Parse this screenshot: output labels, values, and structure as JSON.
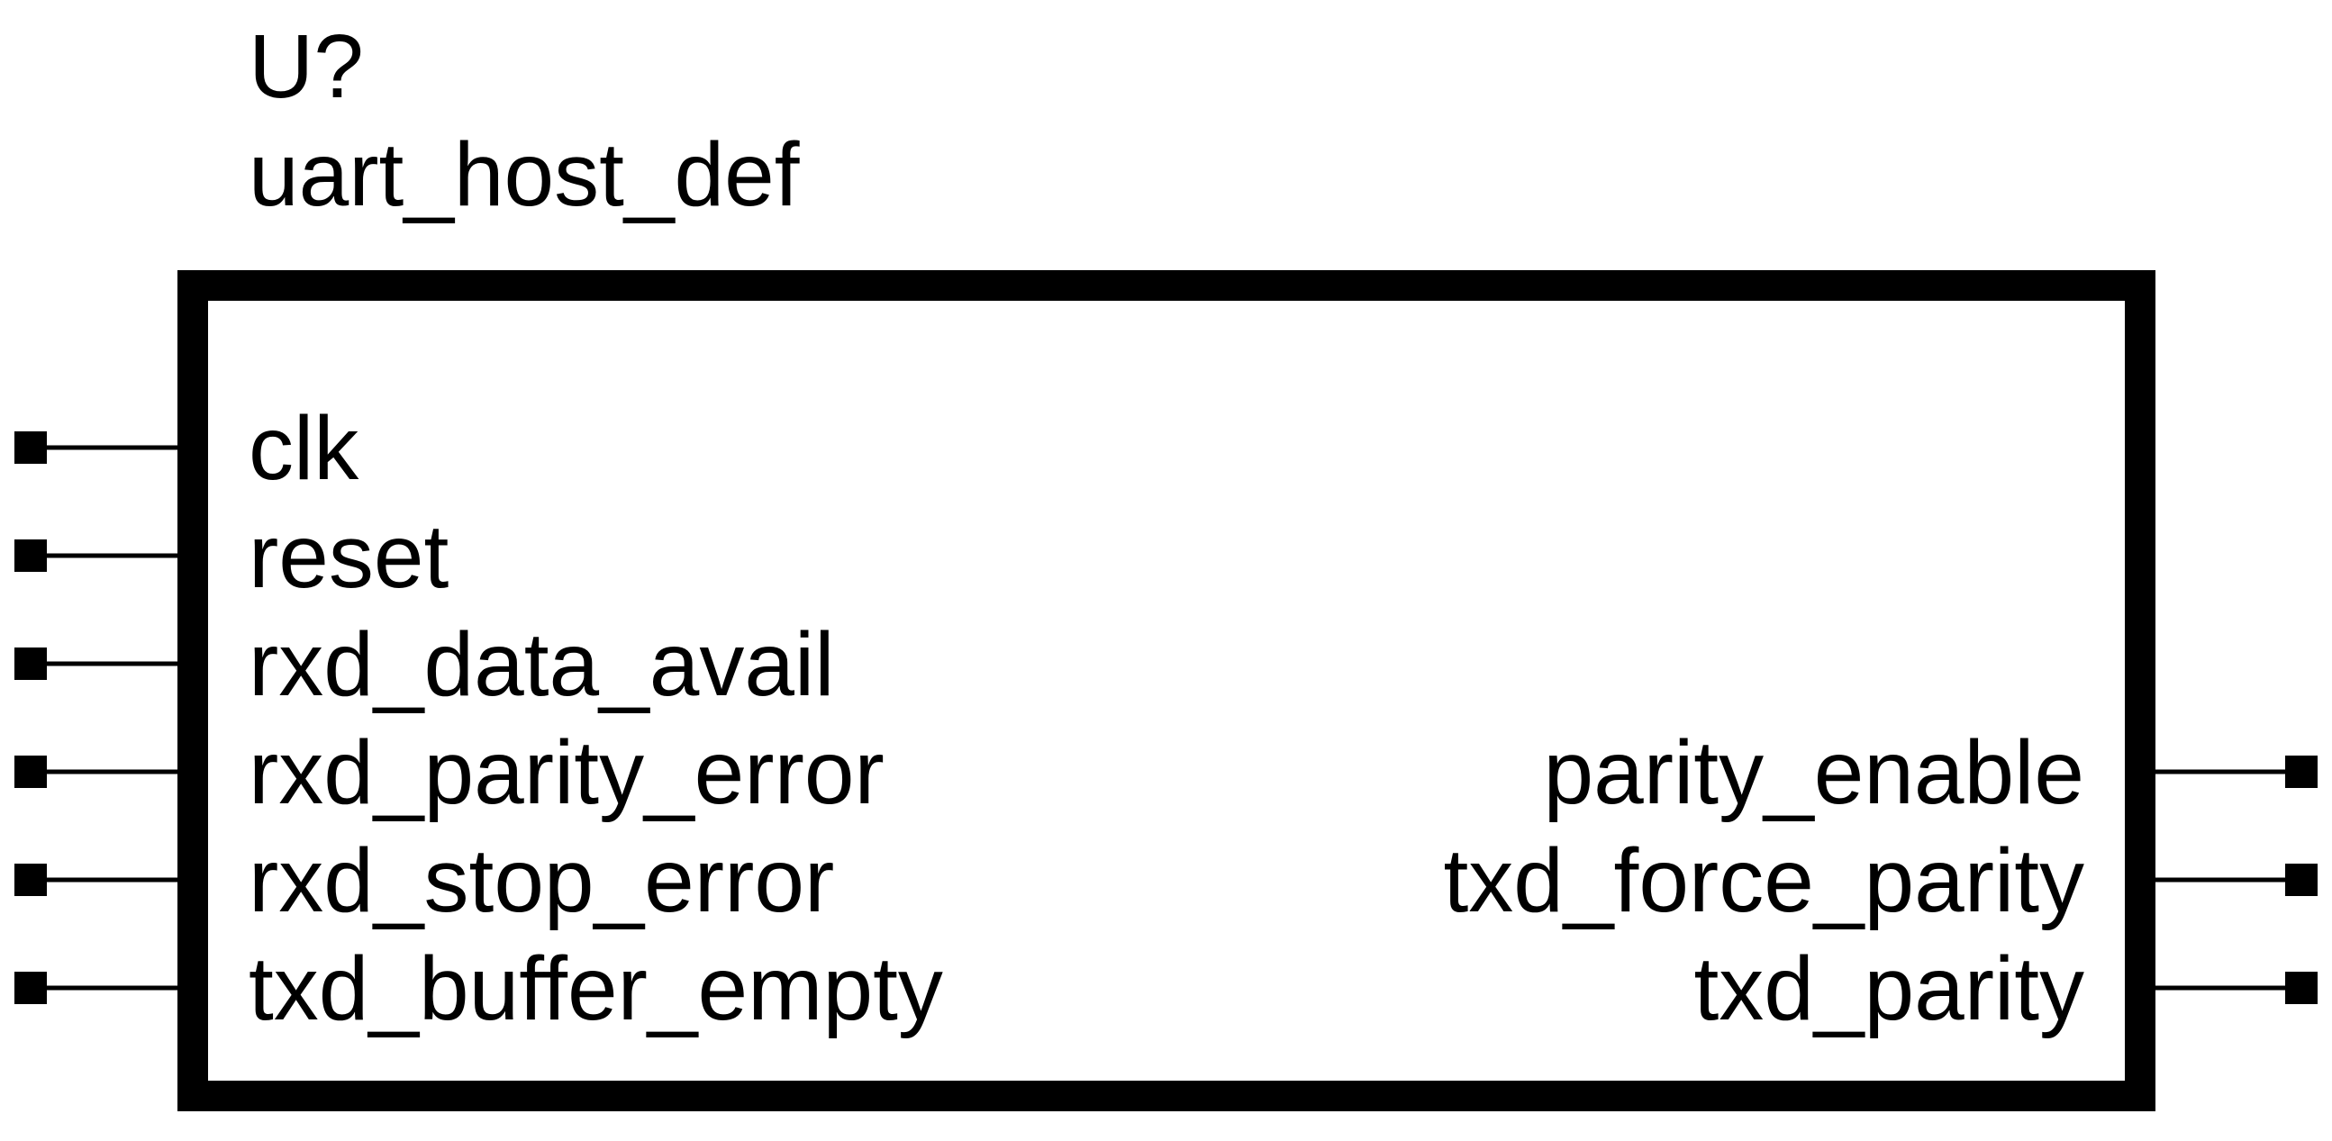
{
  "component": {
    "reference": "U?",
    "name": "uart_host_def"
  },
  "colors": {
    "line": "#000000",
    "background": "#ffffff"
  },
  "left_pins": [
    {
      "label": "clk"
    },
    {
      "label": "reset"
    },
    {
      "label": "rxd_data_avail"
    },
    {
      "label": "rxd_parity_error"
    },
    {
      "label": "rxd_stop_error"
    },
    {
      "label": "txd_buffer_empty"
    }
  ],
  "right_pins": [
    {
      "label": "parity_enable"
    },
    {
      "label": "txd_force_parity"
    },
    {
      "label": "txd_parity"
    }
  ]
}
